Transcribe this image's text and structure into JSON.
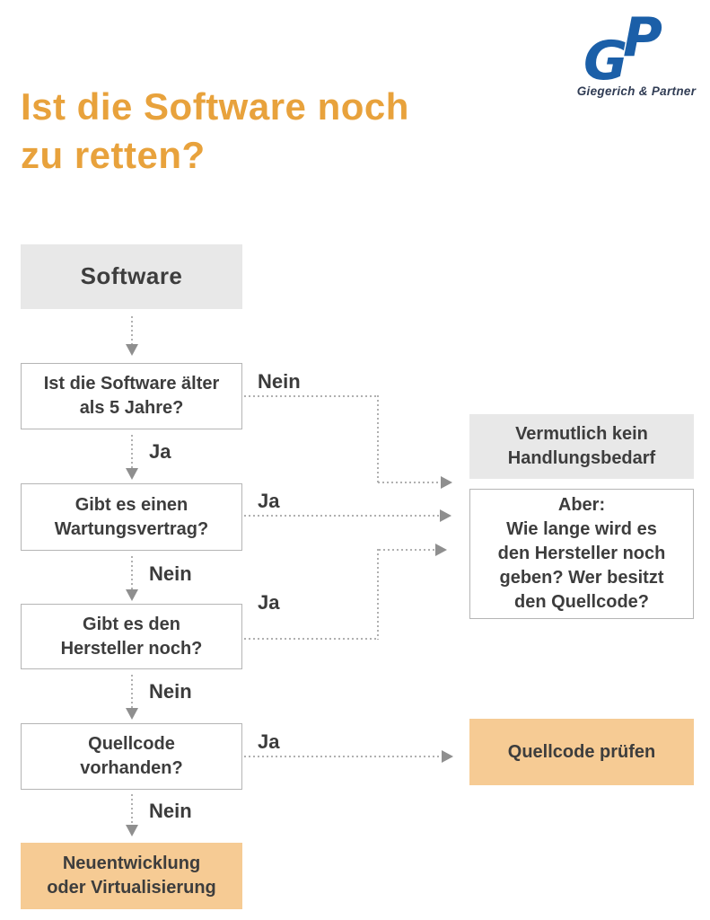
{
  "header": {
    "title_lines": [
      "Ist die Software noch",
      "zu retten?"
    ],
    "title_color": "#e8a23c",
    "logo": {
      "company": "Giegerich & Partner",
      "monogram_g": "G",
      "monogram_p": "P",
      "brand_blue": "#1b5fa8"
    }
  },
  "colors": {
    "accent_orange": "#e8a23c",
    "node_orange_fill": "#f6cb94",
    "node_gray_fill": "#e8e8e8",
    "node_border": "#b5b5b5",
    "node_text": "#3d3d3d",
    "connector_dots": "#b0b0b0",
    "arrowhead": "#8f8f8f"
  },
  "flowchart": {
    "nodes": {
      "software": {
        "lines": [
          "Software"
        ]
      },
      "q_age": {
        "lines": [
          "Ist die Software älter",
          "als 5 Jahre?"
        ]
      },
      "q_contract": {
        "lines": [
          "Gibt es einen",
          "Wartungsvertrag?"
        ]
      },
      "q_vendor": {
        "lines": [
          "Gibt es den",
          "Hersteller noch?"
        ]
      },
      "q_source": {
        "lines": [
          "Quellcode",
          "vorhanden?"
        ]
      },
      "result_rebuild": {
        "lines": [
          "Neuentwicklung",
          "oder Virtualisierung"
        ]
      },
      "result_no_action": {
        "lines": [
          "Vermutlich kein",
          "Handlungsbedarf"
        ]
      },
      "result_caveat": {
        "lines": [
          "Aber:",
          "Wie lange wird es",
          "den Hersteller noch",
          "geben? Wer besitzt",
          "den Quellcode?"
        ]
      },
      "result_check_source": {
        "lines": [
          "Quellcode prüfen"
        ]
      }
    },
    "edge_labels": {
      "age_no": "Nein",
      "age_yes": "Ja",
      "contract_yes": "Ja",
      "contract_no": "Nein",
      "vendor_yes": "Ja",
      "vendor_no": "Nein",
      "source_yes": "Ja",
      "source_no": "Nein"
    }
  }
}
